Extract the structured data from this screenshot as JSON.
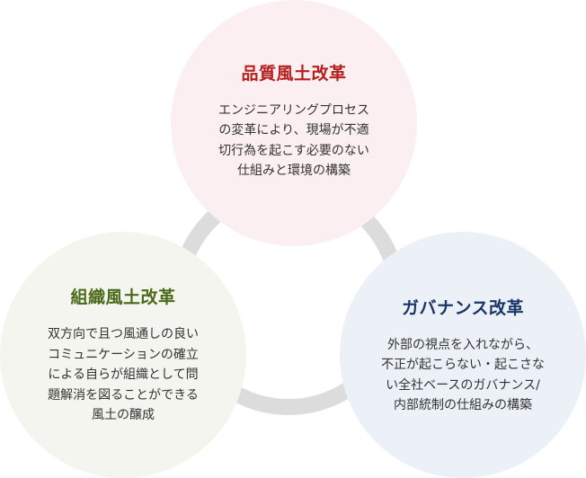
{
  "colors": {
    "quality": "#b5201f",
    "organization": "#4a6a1a",
    "governance": "#1a3566",
    "ring": "#dcdcdc"
  },
  "circles": {
    "quality": {
      "title": "品質風土改革",
      "lines": [
        "エンジニアリングプロセス",
        "の変革により、現場が不適",
        "切行為を起こす必要のない",
        "仕組みと環境の構築"
      ]
    },
    "organization": {
      "title": "組織風土改革",
      "lines": [
        "双方向で且つ風通しの良い",
        "コミュニケーションの確立",
        "による自らが組織として問",
        "題解消を図ることができる",
        "風土の醸成"
      ]
    },
    "governance": {
      "title": "ガバナンス改革",
      "lines": [
        "外部の視点を入れながら、",
        "不正が起こらない・起こさな",
        "い全社ベースのガバナンス/",
        "内部統制の仕組みの構築"
      ]
    }
  }
}
